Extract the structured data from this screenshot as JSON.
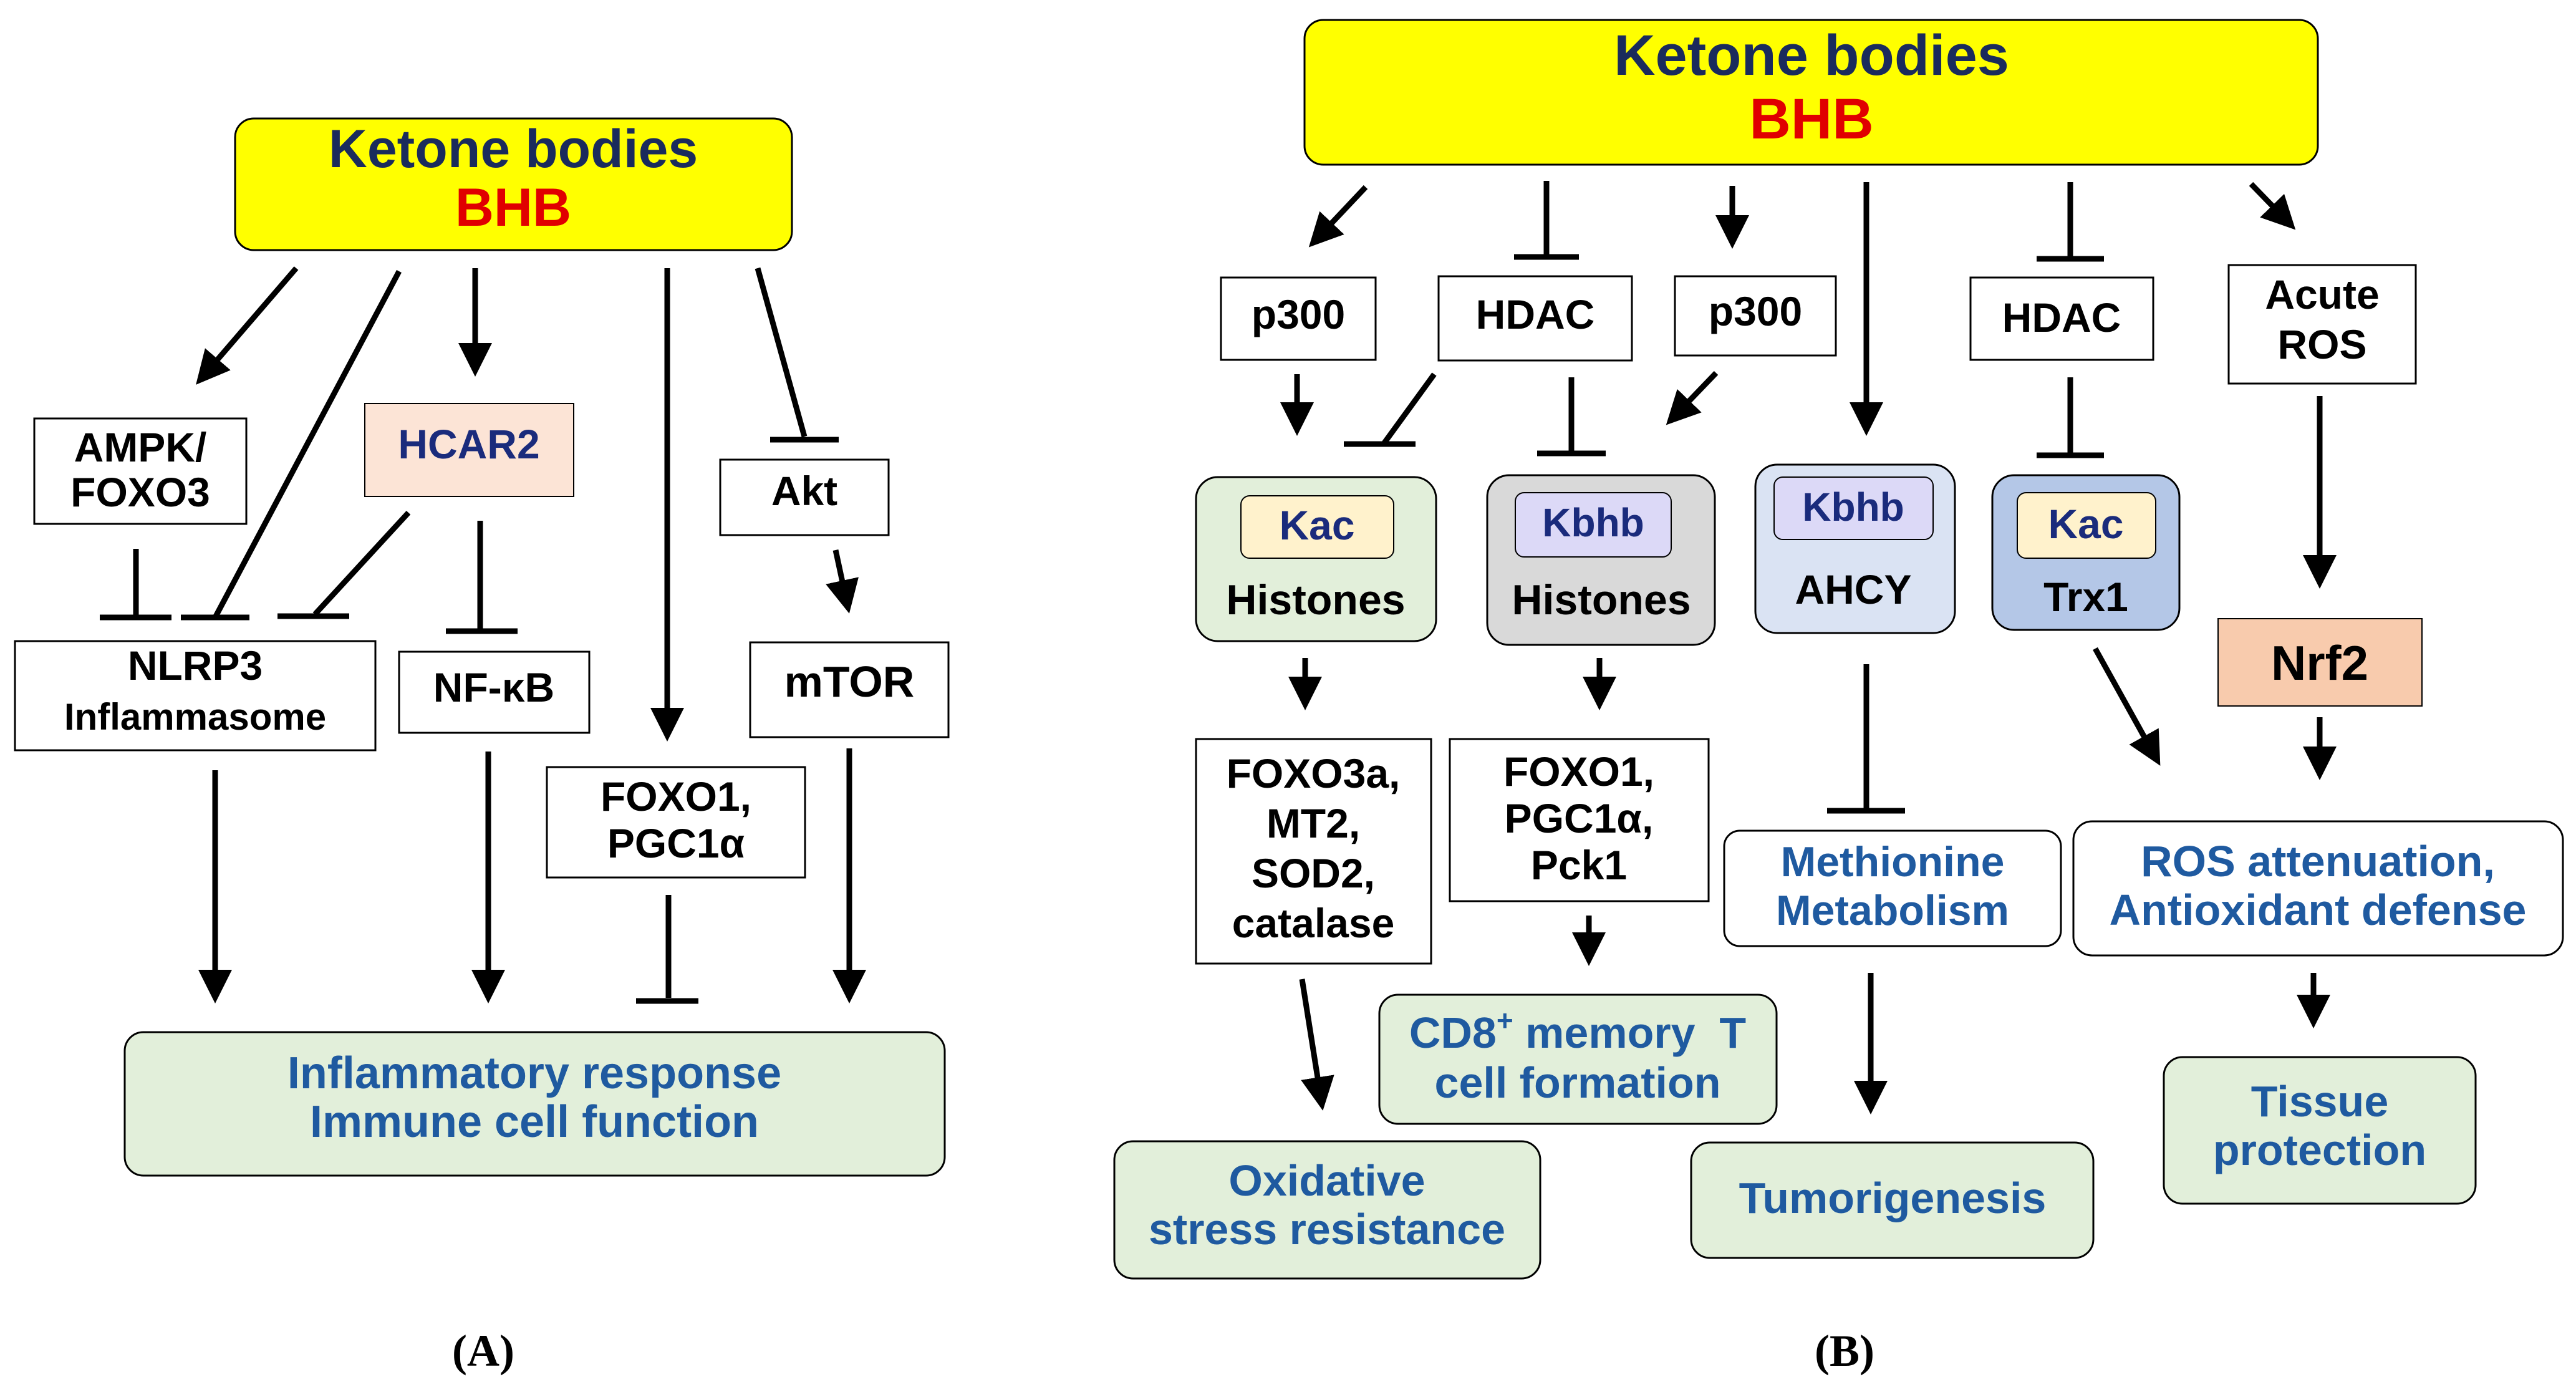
{
  "colors": {
    "header_fill": "#ffff00",
    "header_text": "#1a2b5c",
    "bhb_red": "#e00000",
    "outcome_fill": "#e2efda",
    "outcome_text": "#1f5aa0",
    "hcar2_fill": "#fce4d6",
    "nrf2_fill": "#f8cbad",
    "histone_green": "#e2efda",
    "histone_gray": "#d9d9d9",
    "ahcy_blue": "#dae3f3",
    "trx1_blue": "#b4c7e7",
    "kac_fill": "#fff2cc",
    "kbhb_fill": "#dcd9f7",
    "dark_text": "#000000",
    "navy_text": "#1a2b7c"
  },
  "panel_a": {
    "label": "(A)",
    "header": {
      "line1": "Ketone bodies",
      "line2": "BHB"
    },
    "ampk": {
      "line1": "AMPK/",
      "line2": "FOXO3"
    },
    "hcar2": "HCAR2",
    "akt": "Akt",
    "nlrp3": {
      "line1": "NLRP3",
      "line2": "Inflammasome"
    },
    "nfkb": "NF-κB",
    "mtor": "mTOR",
    "foxo1": {
      "line1": "FOXO1,",
      "line2": "PGC1α"
    },
    "outcome": {
      "line1": "Inflammatory response",
      "line2": "Immune cell function"
    }
  },
  "panel_b": {
    "label": "(B)",
    "header": {
      "line1": "Ketone bodies",
      "line2": "BHB"
    },
    "p300_left": "p300",
    "hdac_left": "HDAC",
    "p300_right": "p300",
    "hdac_right": "HDAC",
    "acute_ros": {
      "line1": "Acute",
      "line2": "ROS"
    },
    "kac_histones": {
      "mod": "Kac",
      "name": "Histones"
    },
    "kbhb_histones": {
      "mod": "Kbhb",
      "name": "Histones"
    },
    "kbhb_ahcy": {
      "mod": "Kbhb",
      "name": "AHCY"
    },
    "kac_trx1": {
      "mod": "Kac",
      "name": "Trx1"
    },
    "nrf2": "Nrf2",
    "foxo3a": {
      "l1": "FOXO3a,",
      "l2": "MT2,",
      "l3": "SOD2,",
      "l4": "catalase"
    },
    "foxo1": {
      "l1": "FOXO1,",
      "l2": "PGC1α,",
      "l3": "Pck1"
    },
    "methionine": {
      "line1": "Methionine",
      "line2": "Metabolism"
    },
    "ros_att": {
      "line1": "ROS attenuation,",
      "line2": "Antioxidant defense"
    },
    "cd8": {
      "prefix": "CD8",
      "sup": "+",
      "rest": " memory  T",
      "line2": "cell formation"
    },
    "oxidative": {
      "line1": "Oxidative",
      "line2": "stress resistance"
    },
    "tumorigenesis": "Tumorigenesis",
    "tissue": {
      "line1": "Tissue",
      "line2": "protection"
    }
  }
}
